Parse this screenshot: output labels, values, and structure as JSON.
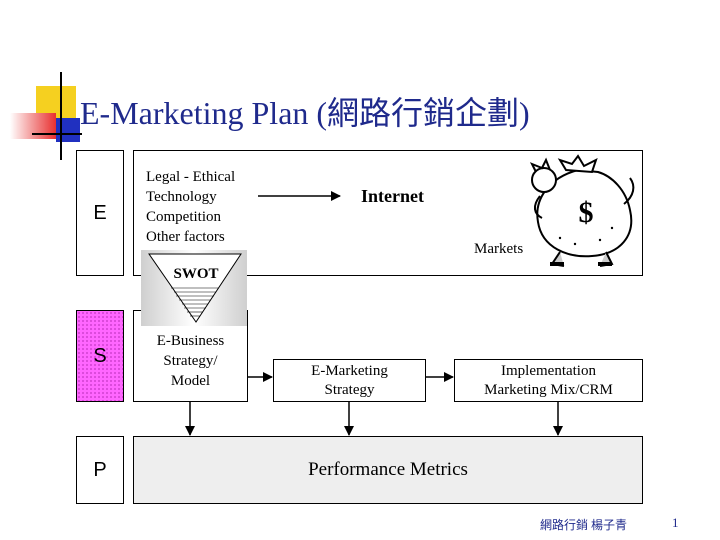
{
  "title": "E-Marketing Plan (網路行銷企劃)",
  "rows": {
    "e": {
      "letter": "E",
      "factors": [
        "Legal - Ethical",
        "Technology",
        "Competition",
        "Other factors"
      ],
      "internet_label": "Internet",
      "markets_label": "Markets",
      "money_icon": "money-bag-icon"
    },
    "s": {
      "letter": "S",
      "swot_label": "SWOT",
      "ebusiness_lines": [
        "E-Business",
        "Strategy/",
        "Model"
      ],
      "emarketing_lines": [
        "E-Marketing",
        "Strategy"
      ],
      "implementation_lines": [
        "Implementation",
        "Marketing Mix/CRM"
      ]
    },
    "p": {
      "letter": "P",
      "performance_label": "Performance Metrics"
    }
  },
  "footer": {
    "text": "網路行銷 楊子青",
    "page_number": "1"
  },
  "colors": {
    "title": "#1f2a8c",
    "s_box": "#ff66ff",
    "deco_yellow": "#f5d020",
    "deco_red": "#e83030",
    "deco_blue": "#2030c0",
    "performance_fill": "#eeeeee"
  }
}
